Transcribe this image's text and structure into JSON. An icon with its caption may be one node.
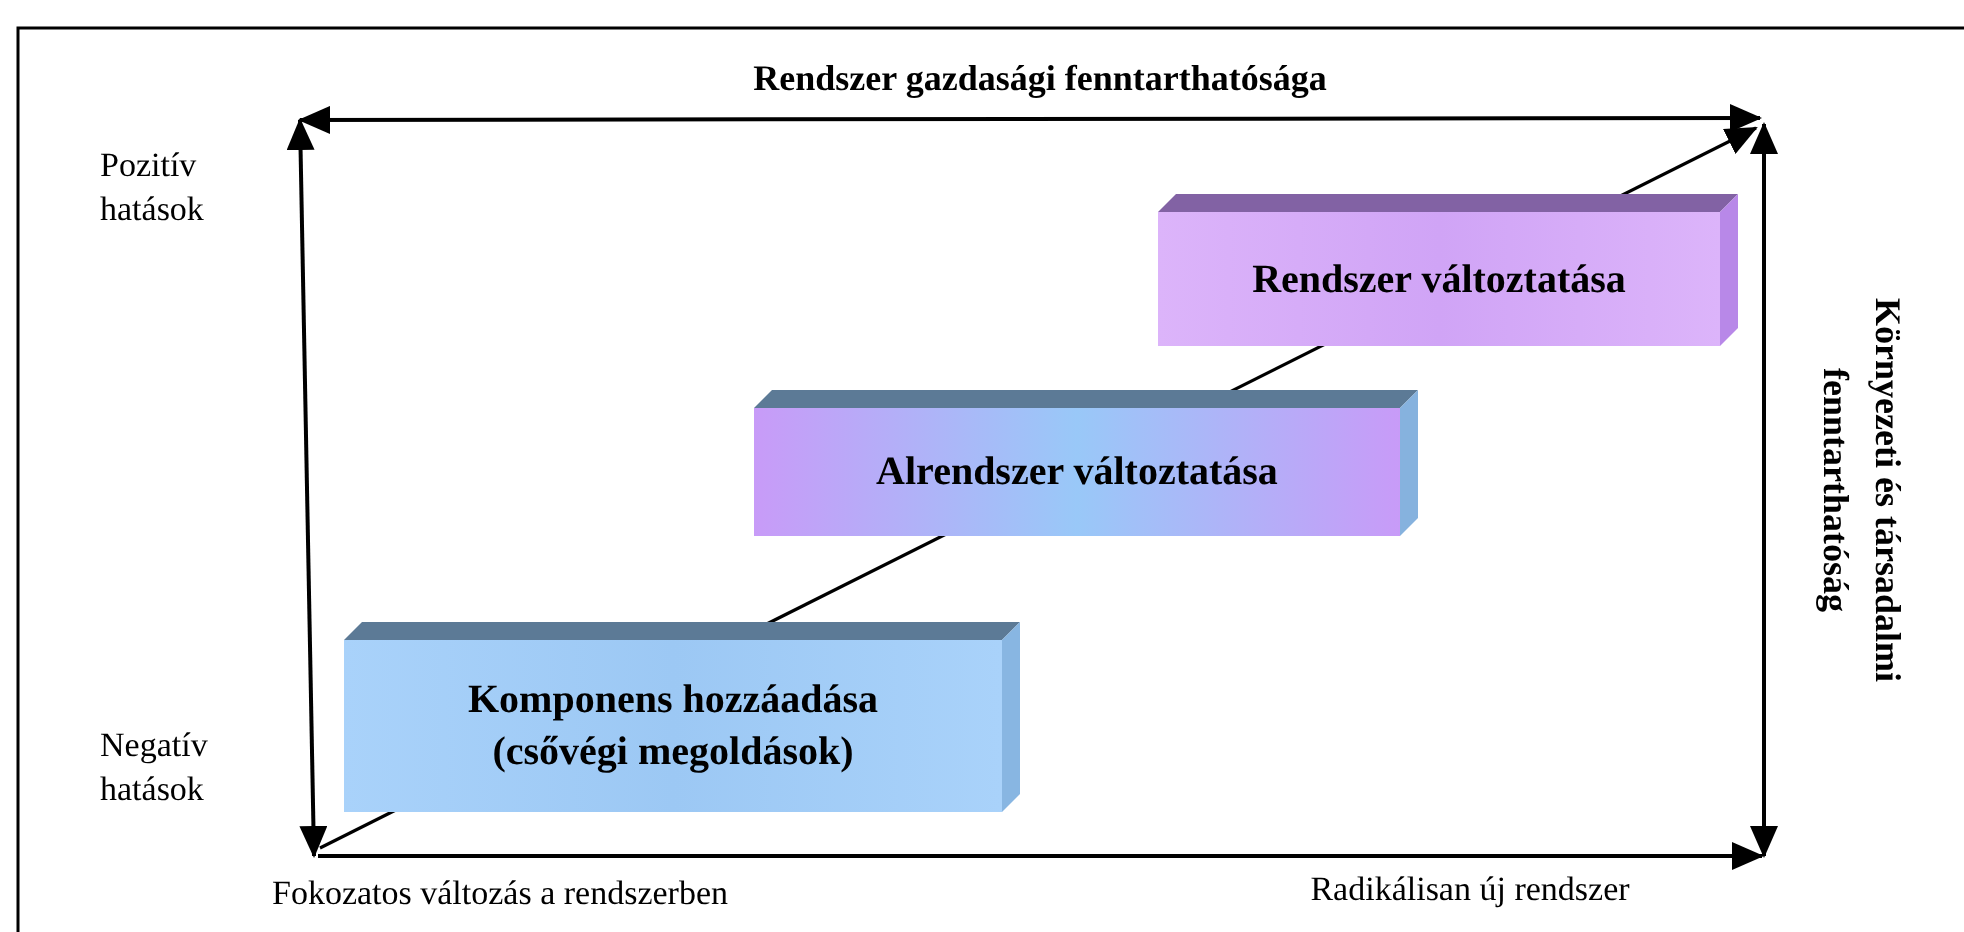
{
  "diagram": {
    "nodes": [
      {
        "text": [
          "Rendszer változtatása"
        ]
      },
      {
        "text": [
          "Alrendszer változtatása"
        ]
      },
      {
        "text": [
          "Komponens hozzáadása (csővégi megoldások)"
        ]
      }
    ],
    "labels": [
      "Rendszer gazdasági fenntarthatósága",
      "Pozitív hatások",
      "Környezeti és társadalmi fenntarthatóság",
      "Negatív hatások",
      "Fokozatos változás a rendszerben",
      "Radikálisan új rendszer"
    ]
  }
}
